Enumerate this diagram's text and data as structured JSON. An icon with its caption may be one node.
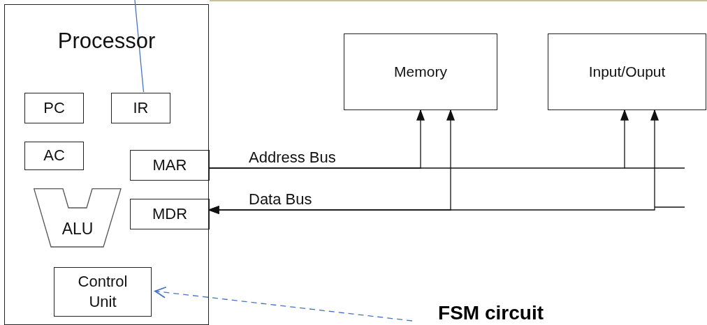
{
  "diagram": {
    "nodes": [
      {
        "text": [
          "Processor"
        ]
      },
      {
        "text": [
          "PC"
        ],
        "in": 0
      },
      {
        "text": [
          "IR"
        ],
        "in": 0
      },
      {
        "text": [
          "AC"
        ],
        "in": 0
      },
      {
        "text": [
          "MAR"
        ],
        "in": 0
      },
      {
        "text": [
          "ALU"
        ],
        "in": 0
      },
      {
        "text": [
          "MDR"
        ],
        "in": 0
      },
      {
        "text": [
          "Control Unit"
        ],
        "in": 0
      },
      {
        "text": [
          "Memory"
        ]
      },
      {
        "text": [
          "Input/Ouput"
        ]
      },
      {
        "text": [
          "FSM circuit"
        ]
      }
    ],
    "edges": [
      {
        "from": 4,
        "to": 8,
        "arrow": "to",
        "label": "Address Bus"
      },
      {
        "from": 4,
        "to": 9,
        "arrow": "to"
      },
      {
        "from": 8,
        "to": 6,
        "arrow": "both",
        "label": "Data Bus"
      },
      {
        "from": 9,
        "to": 6,
        "arrow": "both"
      },
      {
        "from": null,
        "to": 2,
        "arrow": "none",
        "color": "#4472c4"
      },
      {
        "from": 10,
        "to": 7,
        "arrow": "to",
        "style": "dashed",
        "color": "#4472c4"
      }
    ]
  }
}
